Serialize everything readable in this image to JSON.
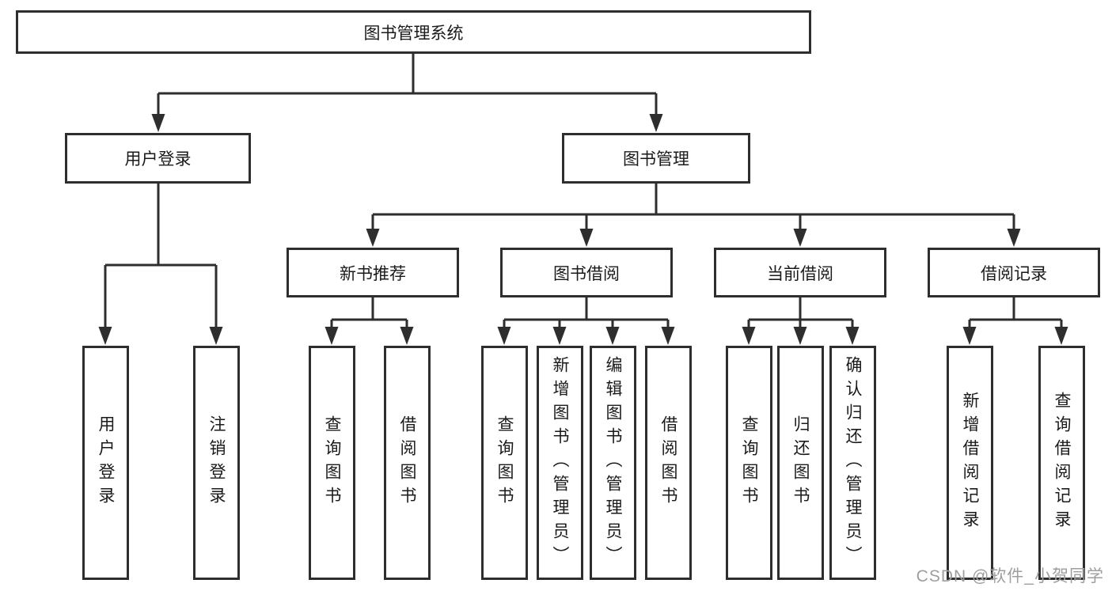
{
  "diagram": {
    "type": "hierarchy-tree",
    "title": "图书管理系统",
    "watermark": "CSDN @软件_小贺同学",
    "colors": {
      "line": "#2e2e2e",
      "box_border": "#2e2e2e",
      "text": "#1a1a1a",
      "watermark": "#9e9e9e",
      "background": "#ffffff"
    },
    "tree": {
      "label": "图书管理系统",
      "children": [
        {
          "label": "用户登录",
          "children": [
            {
              "label": "用户登录"
            },
            {
              "label": "注销登录"
            }
          ]
        },
        {
          "label": "图书管理",
          "children": [
            {
              "label": "新书推荐",
              "children": [
                {
                  "label": "查询图书"
                },
                {
                  "label": "借阅图书"
                }
              ]
            },
            {
              "label": "图书借阅",
              "children": [
                {
                  "label": "查询图书"
                },
                {
                  "label": "新增图书（管理员）"
                },
                {
                  "label": "编辑图书（管理员）"
                },
                {
                  "label": "借阅图书"
                }
              ]
            },
            {
              "label": "当前借阅",
              "children": [
                {
                  "label": "查询图书"
                },
                {
                  "label": "归还图书"
                },
                {
                  "label": "确认归还（管理员）"
                }
              ]
            },
            {
              "label": "借阅记录",
              "children": [
                {
                  "label": "新增借阅记录"
                },
                {
                  "label": "查询借阅记录"
                }
              ]
            }
          ]
        }
      ]
    }
  }
}
